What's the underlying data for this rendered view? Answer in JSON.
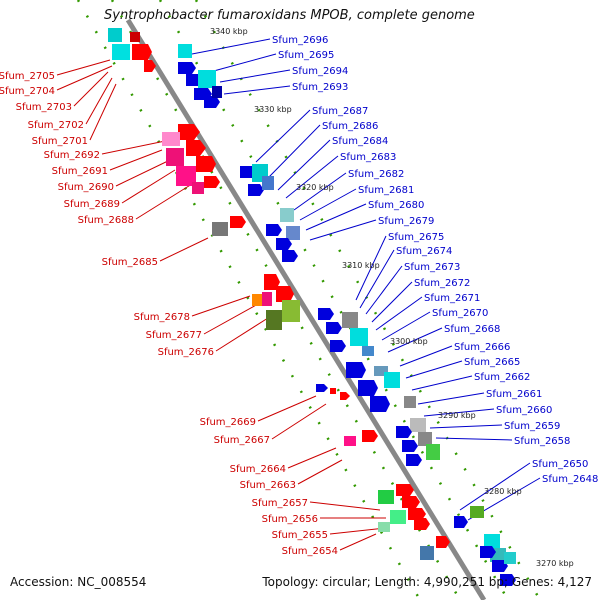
{
  "title": "Syntrophobacter fumaroxidans MPOB, complete genome",
  "footer": {
    "accession": "Accession: NC_008554",
    "summary": "Topology: circular; Length: 4,990,251 bp; Genes: 4,127"
  },
  "colors": {
    "axis": "#888888",
    "forward": "#0000cc",
    "reverse": "#cc0000",
    "dots": "#339900"
  },
  "ticks": [
    "3340 kbp",
    "3330 kbp",
    "3320 kbp",
    "3310 kbp",
    "3300 kbp",
    "3290 kbp",
    "3280 kbp",
    "3270 kbp"
  ],
  "left_labels": [
    "Sfum_2705",
    "Sfum_2704",
    "Sfum_2703",
    "Sfum_2702",
    "Sfum_2701",
    "Sfum_2692",
    "Sfum_2691",
    "Sfum_2690",
    "Sfum_2689",
    "Sfum_2688",
    "Sfum_2685",
    "Sfum_2678",
    "Sfum_2677",
    "Sfum_2676",
    "Sfum_2669",
    "Sfum_2667",
    "Sfum_2664",
    "Sfum_2663",
    "Sfum_2657",
    "Sfum_2656",
    "Sfum_2655",
    "Sfum_2654"
  ],
  "right_labels": [
    "Sfum_2696",
    "Sfum_2695",
    "Sfum_2694",
    "Sfum_2693",
    "Sfum_2687",
    "Sfum_2686",
    "Sfum_2684",
    "Sfum_2683",
    "Sfum_2682",
    "Sfum_2681",
    "Sfum_2680",
    "Sfum_2679",
    "Sfum_2675",
    "Sfum_2674",
    "Sfum_2673",
    "Sfum_2672",
    "Sfum_2671",
    "Sfum_2670",
    "Sfum_2668",
    "Sfum_2666",
    "Sfum_2665",
    "Sfum_2662",
    "Sfum_2661",
    "Sfum_2660",
    "Sfum_2659",
    "Sfum_2658",
    "Sfum_2650",
    "Sfum_2648"
  ]
}
